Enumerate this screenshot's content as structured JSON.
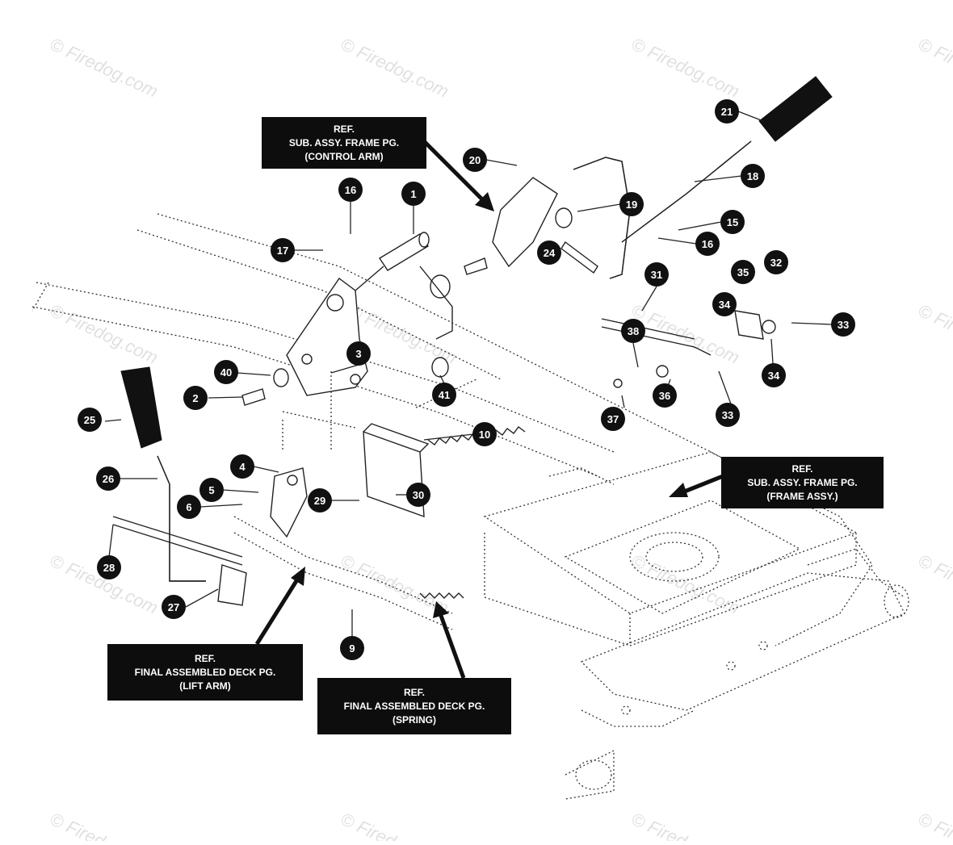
{
  "watermark": {
    "text": "© Firedog.com"
  },
  "reference_boxes": [
    {
      "id": "control-arm",
      "lines": [
        "REF.",
        "SUB. ASSY. FRAME PG.",
        "(CONTROL ARM)"
      ]
    },
    {
      "id": "frame-assy",
      "lines": [
        "REF.",
        "SUB. ASSY. FRAME PG.",
        "(FRAME ASSY.)"
      ]
    },
    {
      "id": "lift-arm",
      "lines": [
        "REF.",
        "FINAL ASSEMBLED DECK PG.",
        "(LIFT ARM)"
      ]
    },
    {
      "id": "spring",
      "lines": [
        "REF.",
        "FINAL ASSEMBLED DECK PG.",
        "(SPRING)"
      ]
    }
  ],
  "callouts": [
    "21",
    "20",
    "18",
    "19",
    "16",
    "1",
    "15",
    "17",
    "24",
    "16",
    "31",
    "35",
    "32",
    "34",
    "33",
    "38",
    "34",
    "36",
    "3",
    "40",
    "41",
    "2",
    "37",
    "33",
    "25",
    "10",
    "26",
    "4",
    "5",
    "29",
    "30",
    "6",
    "28",
    "27",
    "9"
  ],
  "colors": {
    "ink": "#111111",
    "label_text": "#ffffff",
    "watermark": "#c8c8c8"
  }
}
